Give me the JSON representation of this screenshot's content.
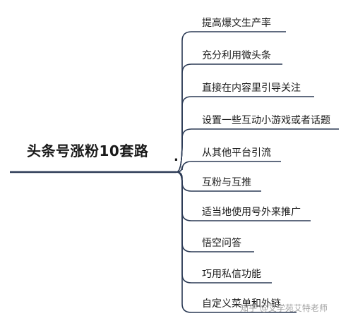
{
  "root": {
    "title": "头条号涨粉10套路",
    "dot": "."
  },
  "branches": [
    {
      "label": "提高爆文生产率"
    },
    {
      "label": "充分利用微头条"
    },
    {
      "label": "直接在内容里引导关注"
    },
    {
      "label": "设置一些互动小游戏或者话题"
    },
    {
      "label": "从其他平台引流"
    },
    {
      "label": "互粉与互推"
    },
    {
      "label": "适当地使用号外来推广"
    },
    {
      "label": "悟空问答"
    },
    {
      "label": "巧用私信功能"
    },
    {
      "label": "自定义菜单和外链"
    }
  ],
  "watermark": "知乎 @艾学苑艾特老师",
  "colors": {
    "line": "#2b3a55",
    "text": "#1a1a1a"
  }
}
